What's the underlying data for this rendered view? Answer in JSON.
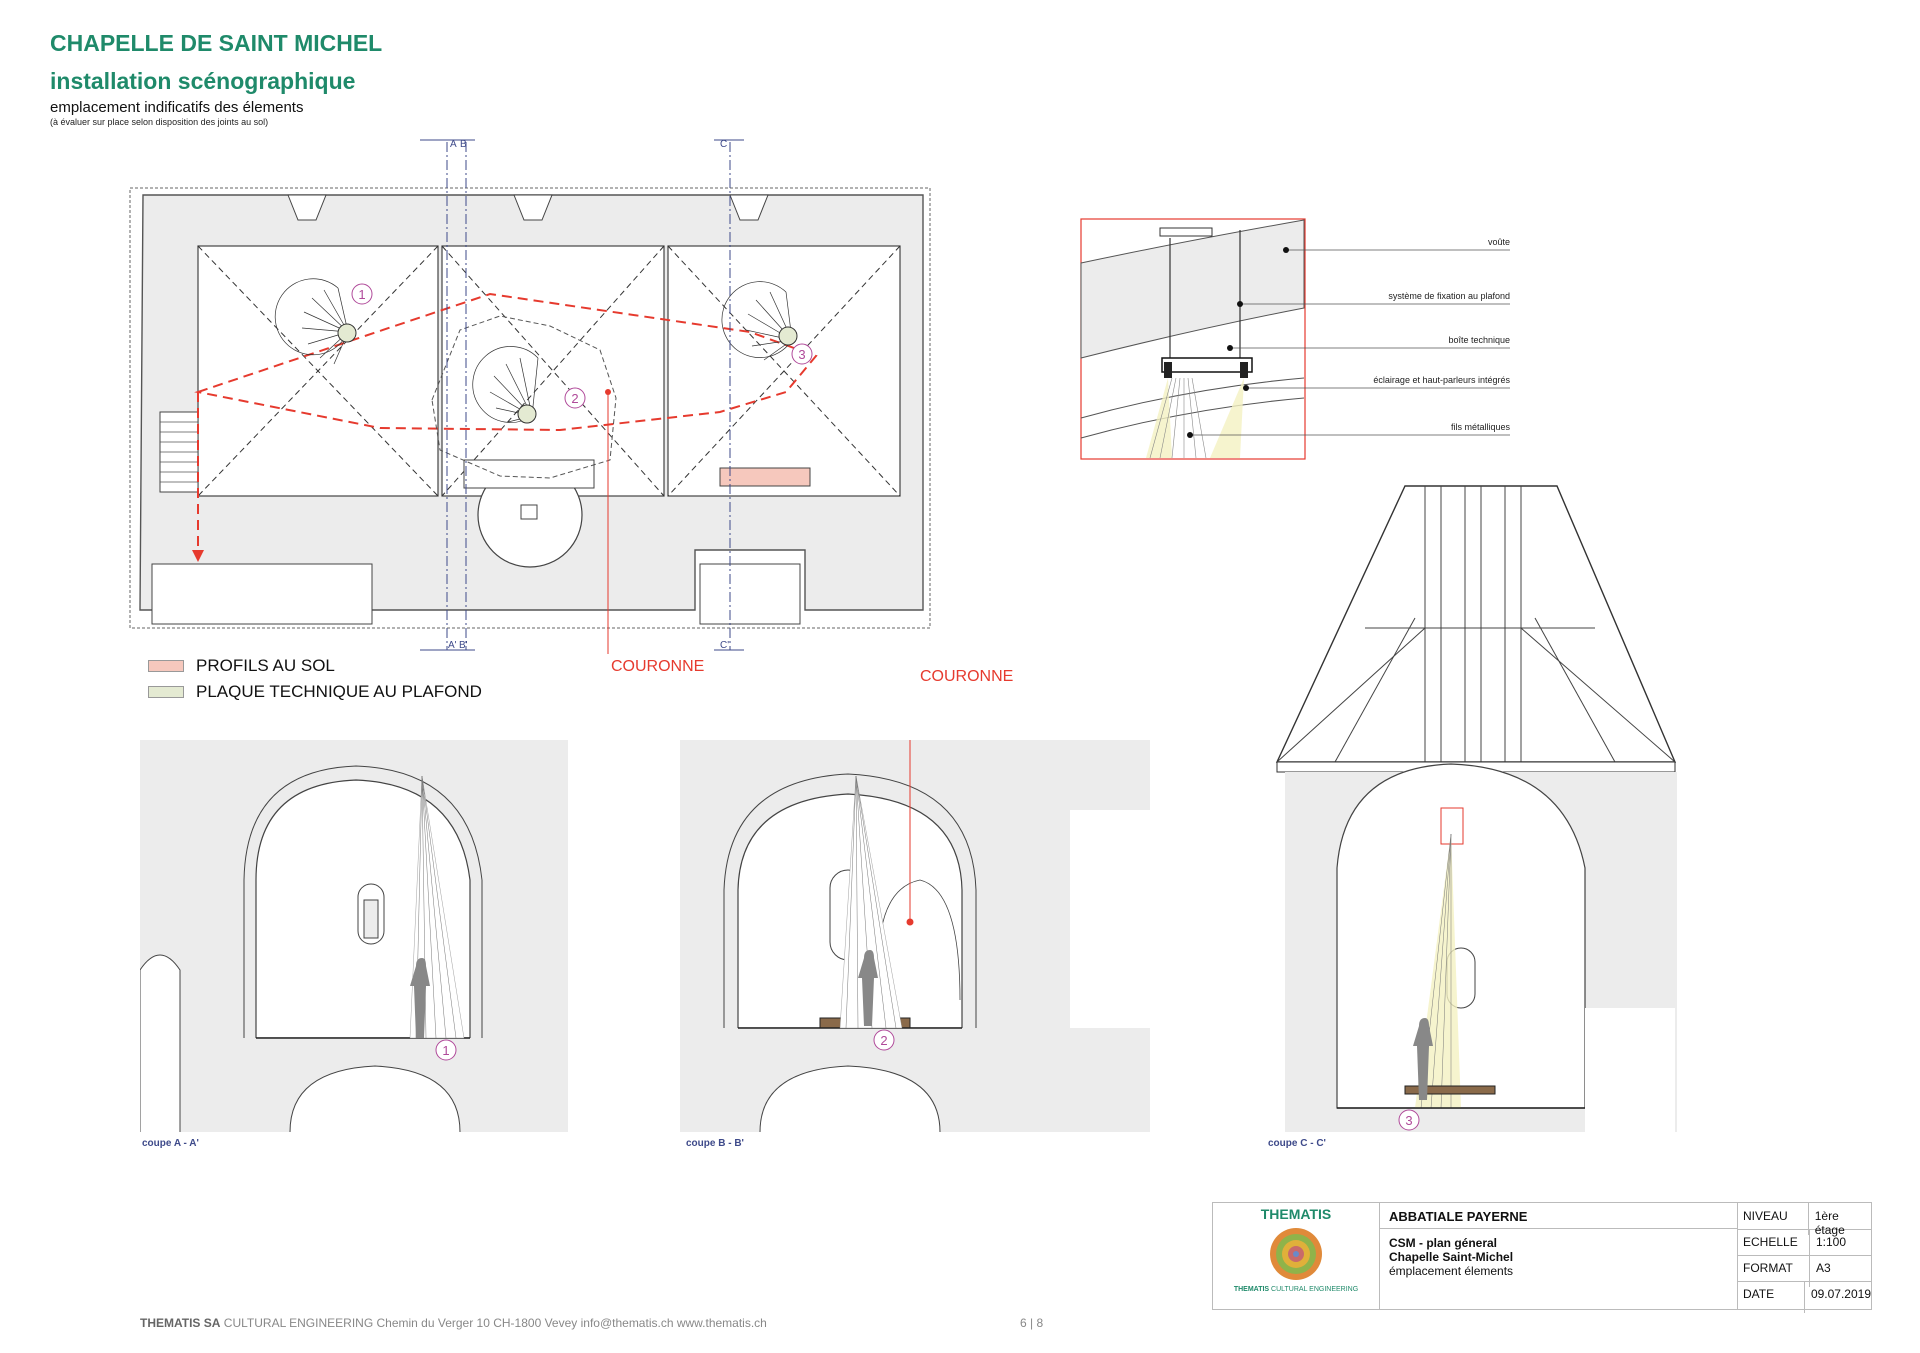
{
  "header": {
    "title": "CHAPELLE DE SAINT MICHEL",
    "subtitle": "installation scénographique",
    "note": "emplacement indificatifs des élements",
    "note_small": "(à évaluer sur place selon disposition des joints au sol)"
  },
  "plan": {
    "section_marks_top": [
      "A",
      "B",
      "C"
    ],
    "section_marks_bottom": [
      "A'",
      "B'",
      "C'"
    ],
    "markers": [
      "1",
      "2",
      "3"
    ],
    "couronne_label": "COURONNE"
  },
  "legend": {
    "items": [
      {
        "label": "PROFILS AU SOL",
        "color": "#f6c8bd"
      },
      {
        "label": "PLAQUE TECHNIQUE AU PLAFOND",
        "color": "#e4ead2"
      }
    ]
  },
  "detail": {
    "labels": [
      "voûte",
      "système de fixation au plafond",
      "boîte technique",
      "éclairage et haut-parleurs intégrés",
      "fils métalliques"
    ]
  },
  "sections": {
    "labels": [
      "coupe A - A'",
      "coupe B - B'",
      "coupe C - C'"
    ],
    "couronne_label": "COURONNE"
  },
  "title_block": {
    "company": "THEMATIS",
    "company_tagline_bold": "THEMATIS",
    "company_tagline": "CULTURAL ENGINEERING",
    "project": "ABBATIALE PAYERNE",
    "line1": "CSM - plan géneral",
    "line2": "Chapelle Saint-Michel",
    "line3": "émplacement élements",
    "rows": [
      {
        "key": "NIVEAU",
        "value": "1ère étage"
      },
      {
        "key": "ECHELLE",
        "value": "1:100"
      },
      {
        "key": "FORMAT",
        "value": "A3"
      },
      {
        "key": "DATE",
        "value": "09.07.2019"
      }
    ]
  },
  "footer": {
    "company": "THEMATIS SA",
    "details": "CULTURAL ENGINEERING  Chemin du Verger 10  CH-1800 Vevey  info@thematis.ch  www.thematis.ch",
    "page": "6 | 8"
  },
  "colors": {
    "accent_green": "#1f8a6a",
    "red": "#e63a2e",
    "section_blue": "#3e4a8a",
    "marker_purple": "#b04a9a",
    "wall_grey": "#ececec"
  }
}
